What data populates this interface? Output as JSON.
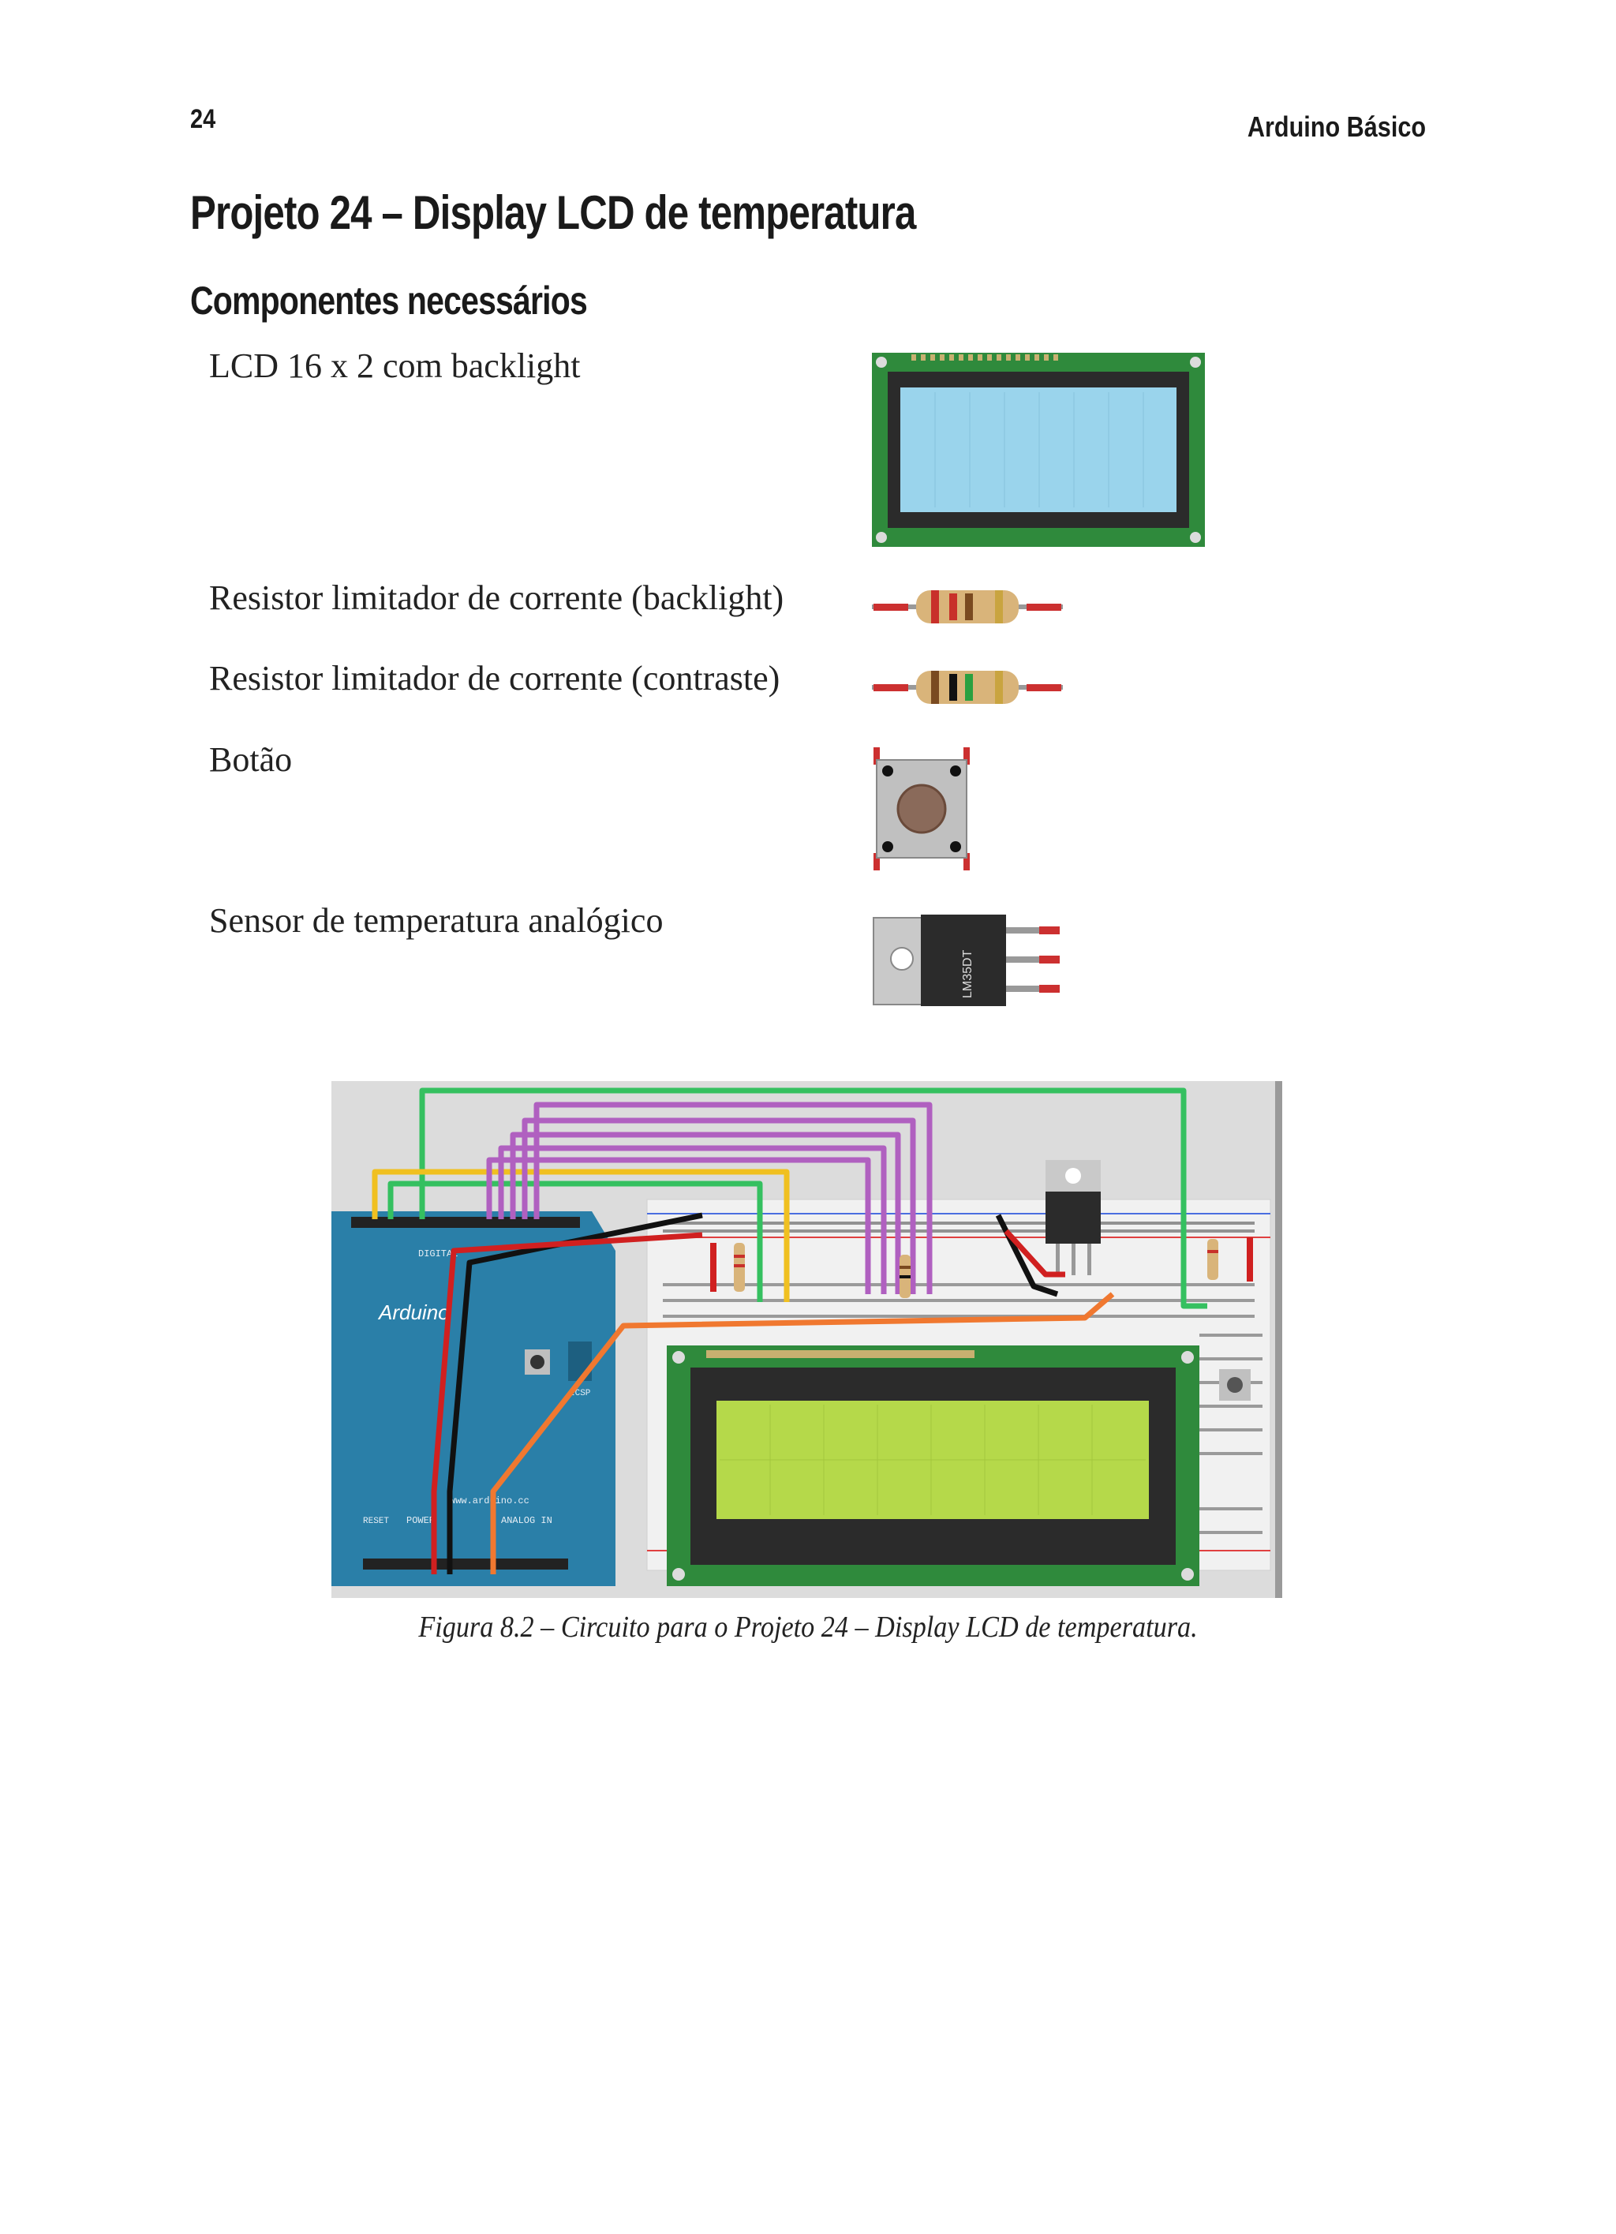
{
  "header": {
    "page_number": "24",
    "running_title": "Arduino Básico"
  },
  "title": "Projeto 24 – Display LCD de temperatura",
  "section": "Componentes necessários",
  "components": [
    {
      "label": "LCD 16 x 2 com backlight",
      "icon": "lcd-16x2-icon"
    },
    {
      "label": "Resistor limitador de corrente (backlight)",
      "icon": "resistor-icon"
    },
    {
      "label": "Resistor limitador de corrente (contraste)",
      "icon": "resistor-icon"
    },
    {
      "label": "Botão",
      "icon": "push-button-icon"
    },
    {
      "label": "Sensor de temperatura analógico",
      "icon": "temperature-sensor-icon"
    }
  ],
  "sensor_part_label": "LM35DT",
  "figure": {
    "board_text": "Arduino",
    "board_labels": [
      "DIGITAL",
      "POWER",
      "ANALOG IN",
      "ICSP",
      "RESET",
      "www.arduino.cc"
    ],
    "caption": "Figura 8.2 – Circuito para o Projeto 24 – Display LCD de temperatura."
  },
  "colors": {
    "lcd_board": "#2f8a3c",
    "lcd_screen_blue": "#9ad4ec",
    "lcd_screen_green": "#b5d94a",
    "arduino_board": "#2a7fa8",
    "wire_purple": "#b060c0",
    "wire_green": "#35c060",
    "wire_yellow": "#f0c020",
    "wire_orange": "#f07830",
    "wire_red": "#d02020",
    "wire_black": "#111111"
  }
}
